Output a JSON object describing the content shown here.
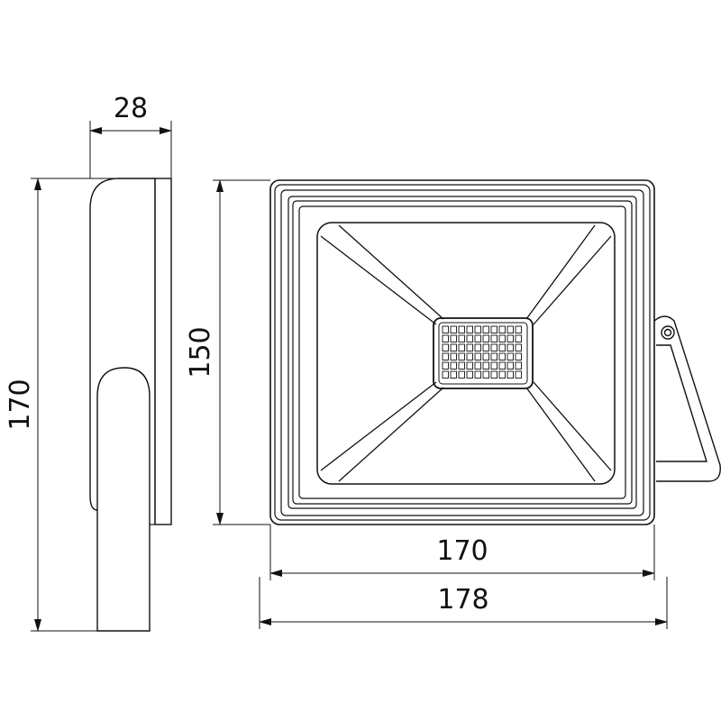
{
  "dimensions": {
    "side_depth": "28",
    "side_height": "170",
    "front_inner_height": "150",
    "front_width_body": "170",
    "front_width_total": "178"
  },
  "colors": {
    "line": "#111111",
    "background": "#ffffff"
  }
}
